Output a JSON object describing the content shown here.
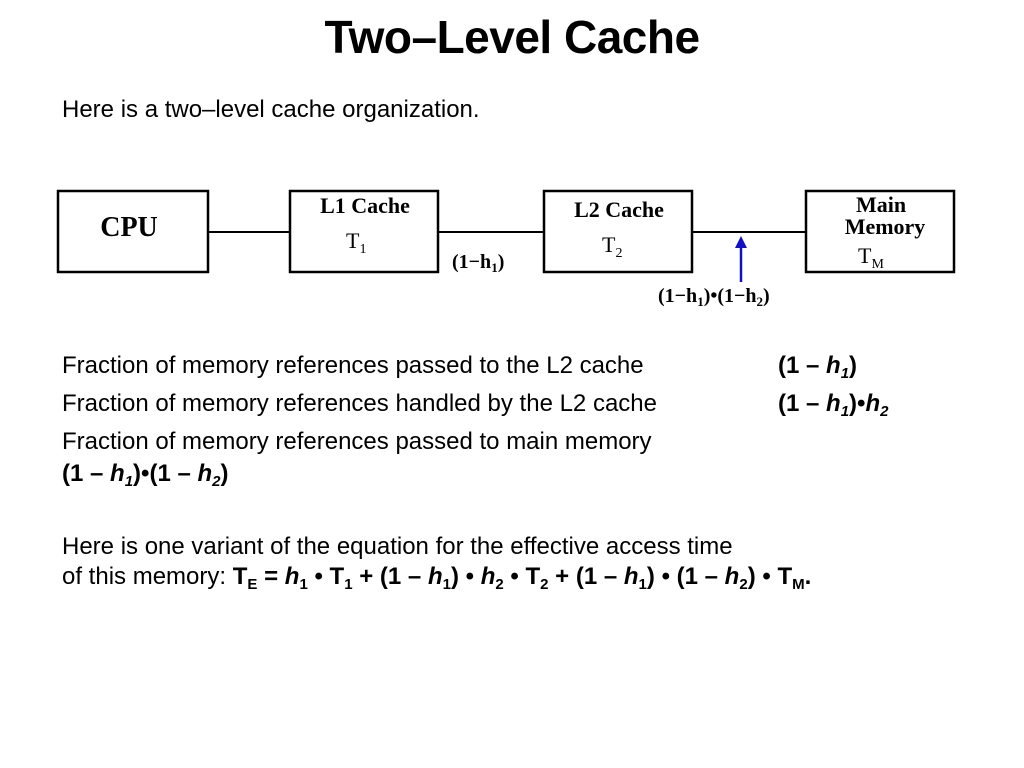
{
  "title": "Two–Level Cache",
  "intro": "Here is a two–level cache organization.",
  "diagram": {
    "cpu": "CPU",
    "l1_name": "L1 Cache",
    "l1_time": "T",
    "l1_time_sub": "1",
    "l2_name": "L2 Cache",
    "l2_time": "T",
    "l2_time_sub": "2",
    "mem_line1": "Main",
    "mem_line2": "Memory",
    "mem_time": "T",
    "mem_time_sub": "M",
    "l1_l2_label": "(1−h",
    "l1_l2_label_sub": "1",
    "l1_l2_label_end": ")",
    "l2_mem_label_a": "(1−h",
    "l2_mem_label_a_sub": "1",
    "l2_mem_label_mid": ")•(1−h",
    "l2_mem_label_b_sub": "2",
    "l2_mem_label_end": ")",
    "arrow_color": "#1010c8"
  },
  "fractions": [
    {
      "text": "Fraction of memory references passed to the L2 cache"
    },
    {
      "text": "Fraction of memory references handled by the L2 cache"
    },
    {
      "text": "Fraction of memory references passed to main memory"
    }
  ],
  "expr": {
    "open": "(1 –",
    "h": "h",
    "s1": "1",
    "s2": "2",
    "close": ")",
    "dot": "•"
  },
  "equation": {
    "line1": "Here is one variant of the equation for the effective access time",
    "line2_prefix": "of this memory:",
    "T": "T",
    "sub_E": "E",
    "sub_M": "M",
    "eq": "=",
    "plus": "+",
    "period": "."
  }
}
